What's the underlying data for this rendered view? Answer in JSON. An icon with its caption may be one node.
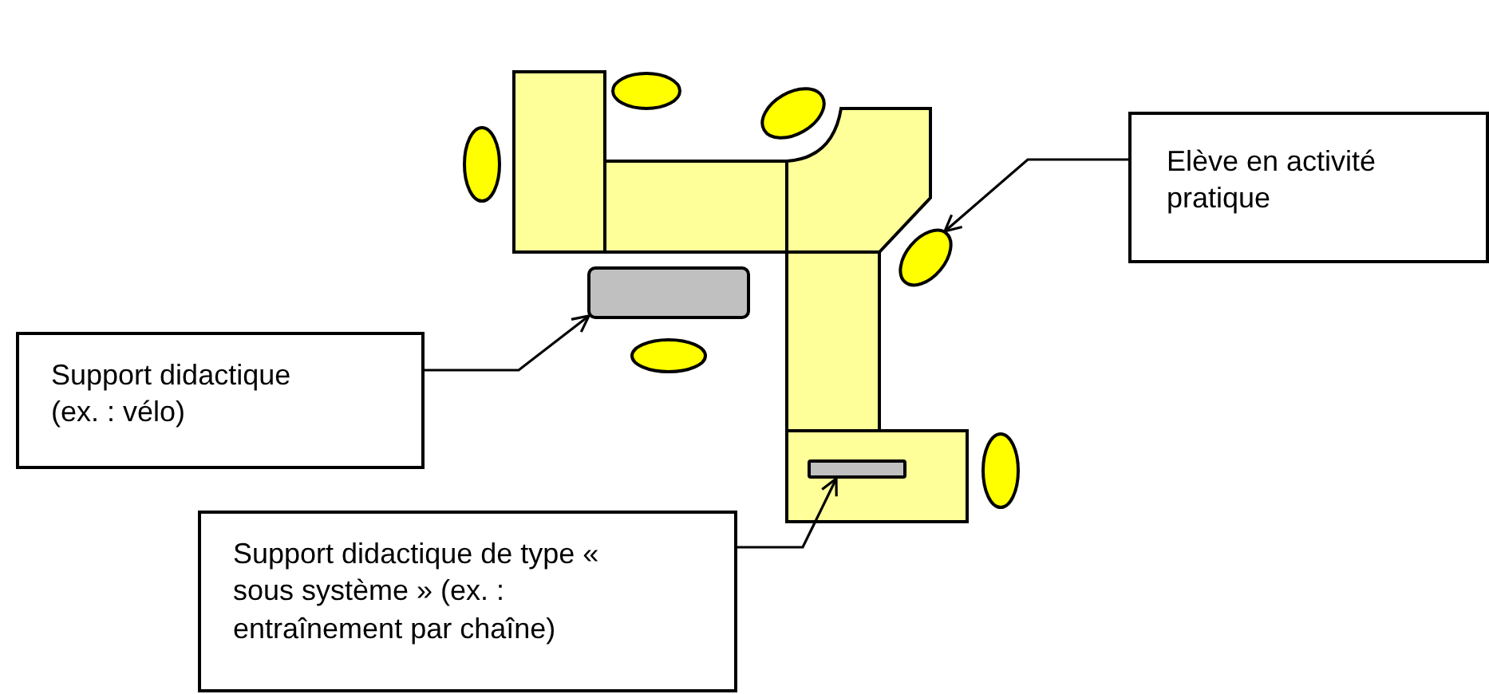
{
  "diagram": {
    "nodes": [
      {
        "text": [
          "Elève en activité pratique"
        ]
      },
      {
        "text": [],
        "shape": "circle"
      },
      {
        "text": [
          "Support didactique (ex. : vélo)"
        ]
      },
      {
        "text": [],
        "shape": "box"
      },
      {
        "text": [
          "Support didactique de type « sous système » (ex. : entraînement par chaîne)"
        ]
      },
      {
        "text": [],
        "shape": "box"
      }
    ],
    "edges": [
      {
        "from": 0,
        "to": 1,
        "arrow": "to"
      },
      {
        "from": 2,
        "to": 3,
        "arrow": "to"
      },
      {
        "from": 4,
        "to": 5,
        "arrow": "to"
      }
    ]
  }
}
